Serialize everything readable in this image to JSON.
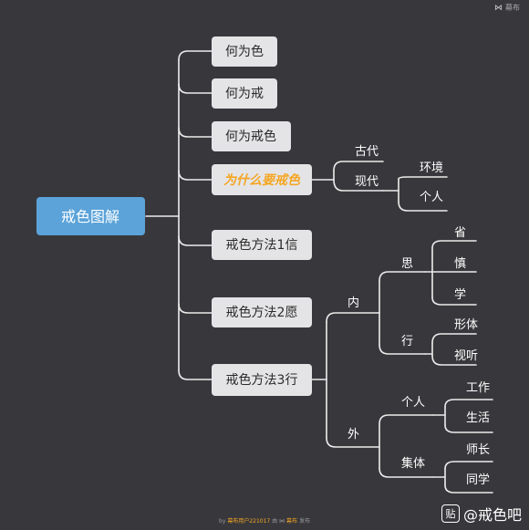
{
  "app": {
    "brand": "幕布",
    "footer_prefix": "by",
    "footer_user": "幕布用户221017",
    "footer_mid": "由",
    "footer_brand": "幕布",
    "footer_suffix": "发布"
  },
  "watermark": {
    "badge": "贴",
    "text": "@戒色吧"
  },
  "mindmap": {
    "root": "戒色图解",
    "l1": [
      "何为色",
      "何为戒",
      "何为戒色",
      "为什么要戒色",
      "戒色方法1信",
      "戒色方法2愿",
      "戒色方法3行"
    ],
    "why": {
      "items": [
        "古代",
        "现代"
      ],
      "modern_children": [
        "环境",
        "个人"
      ]
    },
    "method3": {
      "inner": "内",
      "outer": "外",
      "think": "思",
      "think_children": [
        "省",
        "慎",
        "学"
      ],
      "act": "行",
      "act_children": [
        "形体",
        "视听"
      ],
      "person": "个人",
      "person_children": [
        "工作",
        "生活"
      ],
      "group": "集体",
      "group_children": [
        "师长",
        "同学"
      ]
    }
  },
  "colors": {
    "background": "#38383c",
    "root": "#5ba3d9",
    "highlight": "#f5a623",
    "node": "#e4e4e6",
    "line": "#ececec"
  }
}
